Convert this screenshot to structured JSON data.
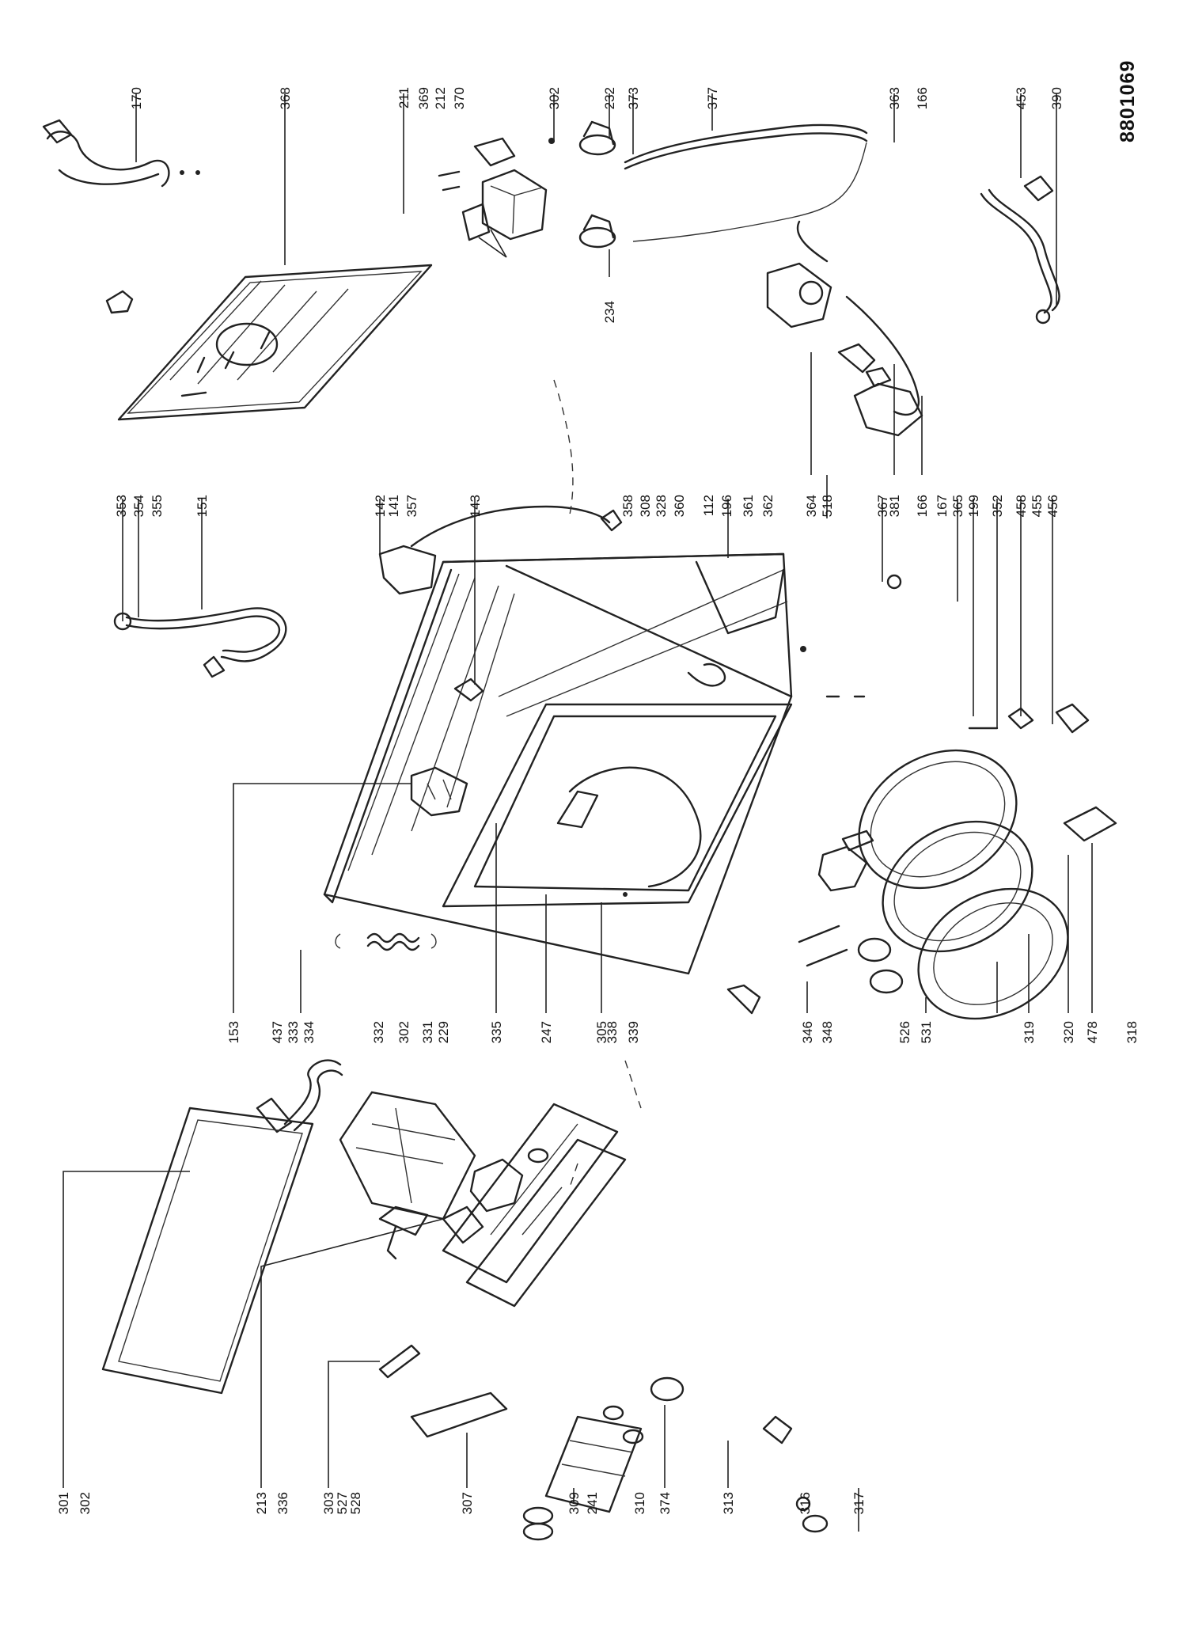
{
  "diagram": {
    "doc_number": "8801069",
    "labels": [
      "170",
      "368",
      "211",
      "369",
      "212",
      "370",
      "302",
      "232",
      "373",
      "377",
      "363",
      "166",
      "453",
      "390",
      "234",
      "353",
      "354",
      "355",
      "151",
      "142",
      "141",
      "357",
      "143",
      "358",
      "308",
      "328",
      "360",
      "112",
      "196",
      "361",
      "362",
      "364",
      "518",
      "367",
      "381",
      "166",
      "167",
      "365",
      "199",
      "352",
      "458",
      "455",
      "456",
      "153",
      "437",
      "333",
      "334",
      "332",
      "302",
      "331",
      "229",
      "335",
      "247",
      "305",
      "338",
      "339",
      "346",
      "348",
      "526",
      "531",
      "319",
      "320",
      "478",
      "318",
      "301",
      "302",
      "213",
      "336",
      "303",
      "527",
      "528",
      "307",
      "309",
      "241",
      "310",
      "374",
      "313",
      "316",
      "317"
    ]
  }
}
